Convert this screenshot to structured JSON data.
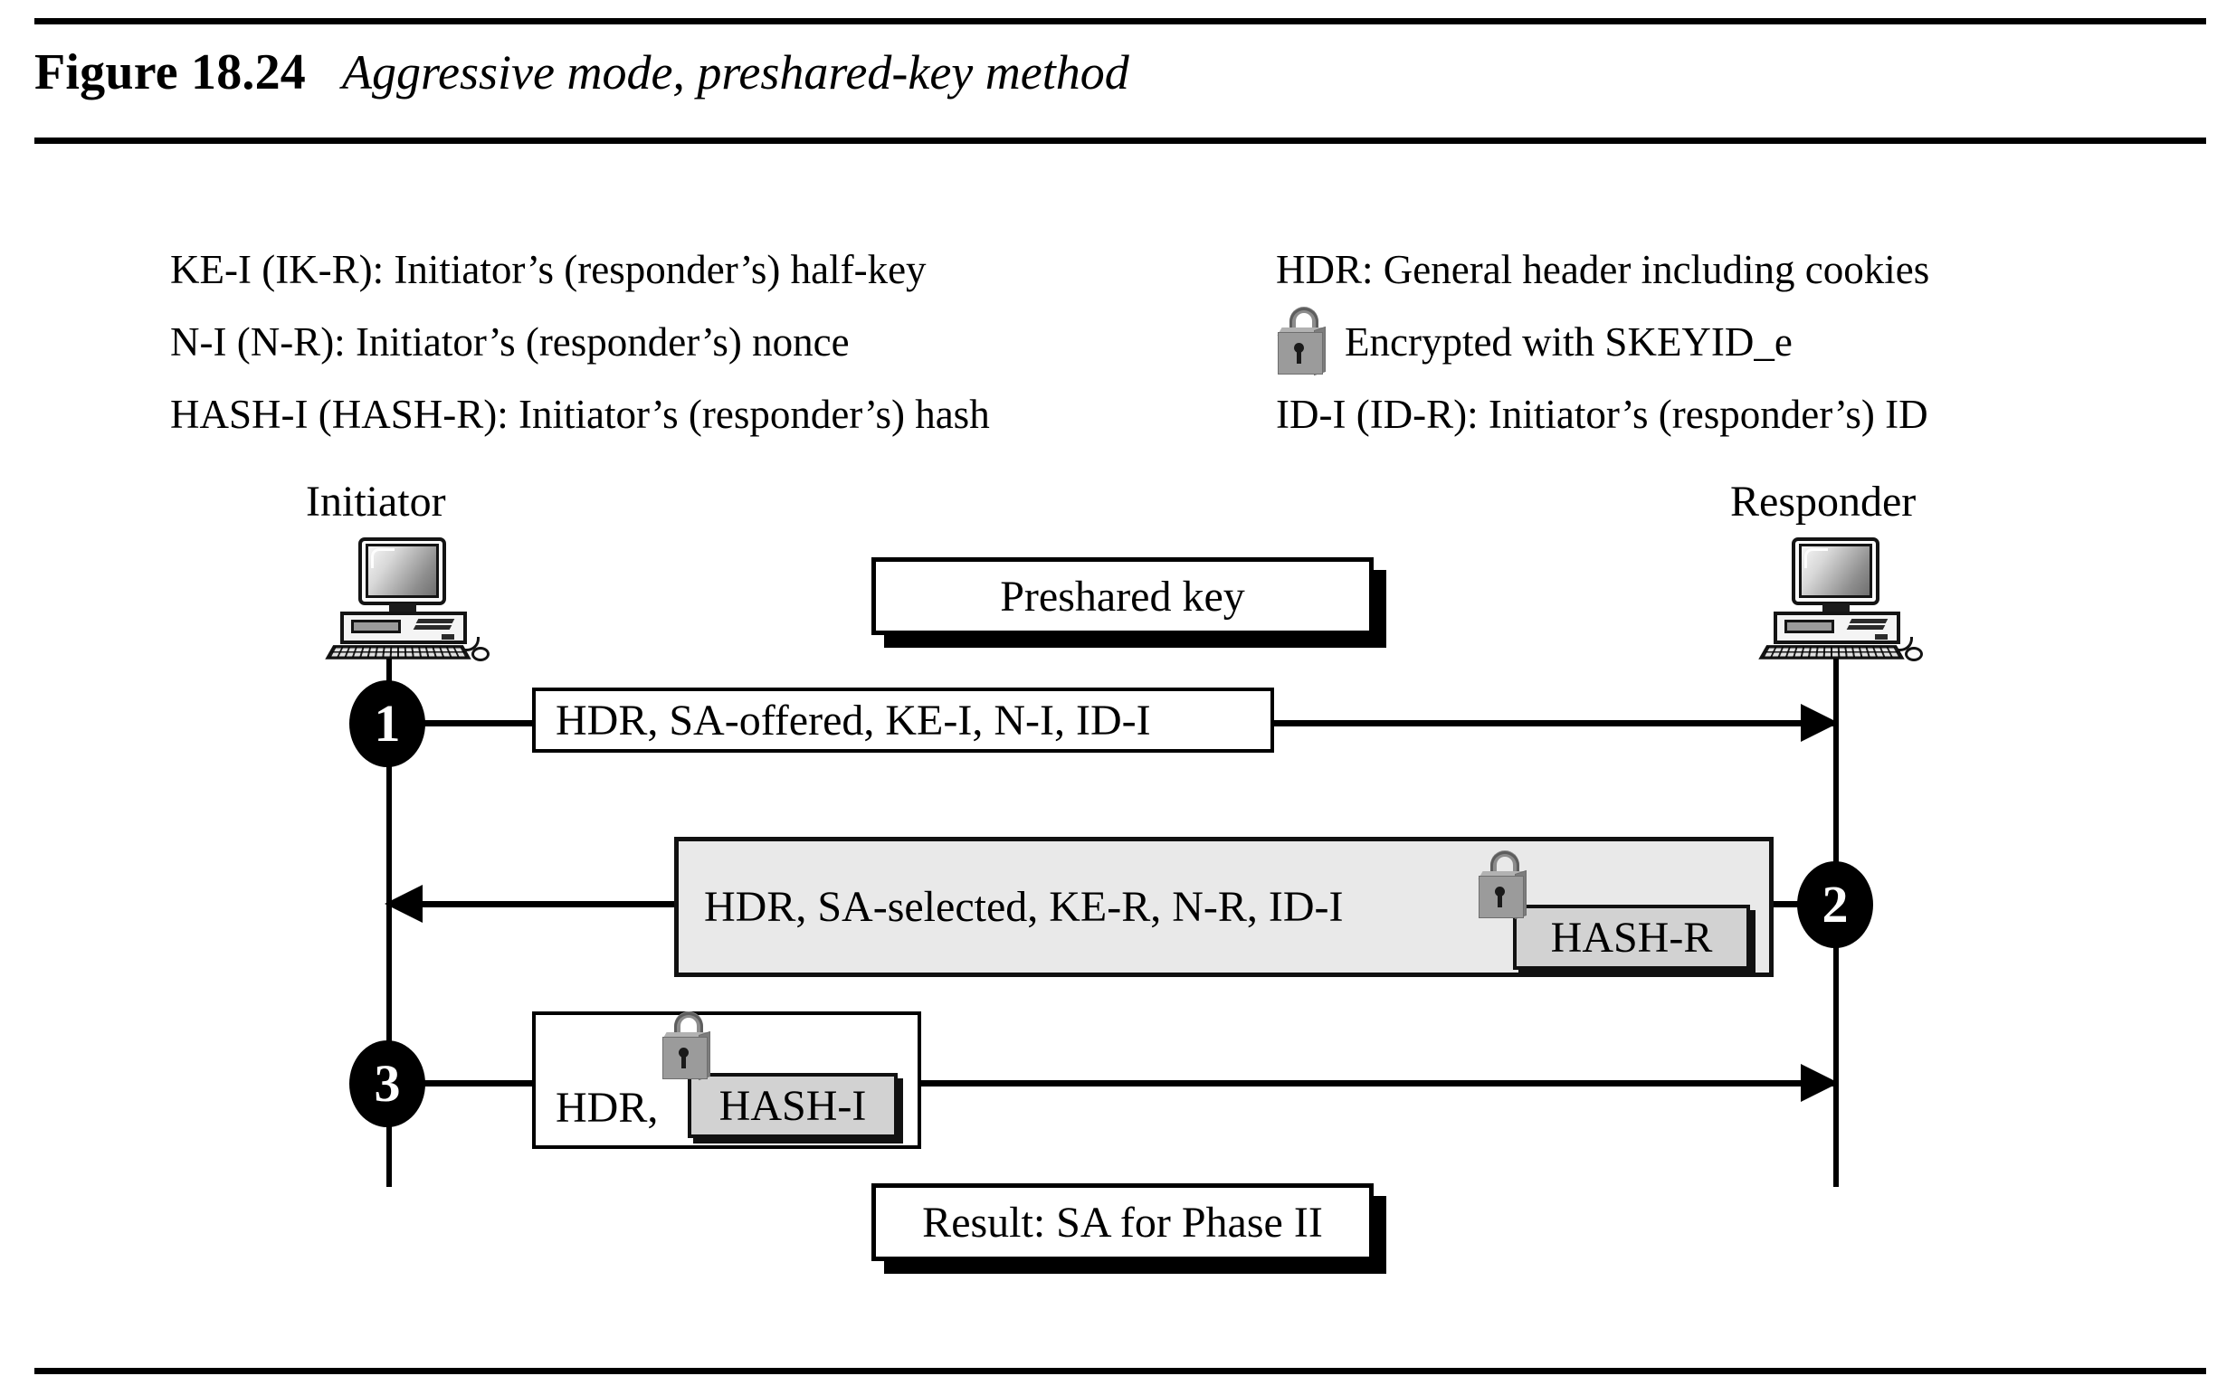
{
  "figure": {
    "number": "Figure 18.24",
    "caption": "Aggressive mode, preshared-key method"
  },
  "legend": {
    "left": [
      "KE-I (IK-R): Initiator’s (responder’s) half-key",
      "N-I (N-R): Initiator’s (responder’s) nonce",
      "HASH-I (HASH-R): Initiator’s (responder’s) hash"
    ],
    "right": [
      "HDR: General header including cookies",
      "Encrypted with SKEYID_e",
      "ID-I (ID-R): Initiator’s (responder’s) ID"
    ],
    "lock_icon": "padlock-icon"
  },
  "endpoints": {
    "initiator": "Initiator",
    "responder": "Responder"
  },
  "notes": {
    "preshared_key": "Preshared key",
    "result": "Result: SA for Phase II"
  },
  "messages": [
    {
      "step": "1",
      "direction": "initiator-to-responder",
      "text": "HDR, SA-offered, KE-I, N-I, ID-I",
      "encrypted": false,
      "hash": null,
      "box_fill": "#ffffff"
    },
    {
      "step": "2",
      "direction": "responder-to-initiator",
      "text": "HDR, SA-selected, KE-R, N-R, ID-I",
      "encrypted": true,
      "hash": "HASH-R",
      "box_fill": "#e9e9e9"
    },
    {
      "step": "3",
      "direction": "initiator-to-responder",
      "text": "HDR,",
      "encrypted": true,
      "hash": "HASH-I",
      "box_fill": "#ffffff"
    }
  ],
  "colors": {
    "ink": "#000000",
    "page": "#ffffff",
    "msg2_fill": "#e9e9e9",
    "hash_fill": "#d2d2d2",
    "lock_body": "#9b9b9b",
    "lock_side": "#7d7d7d"
  }
}
